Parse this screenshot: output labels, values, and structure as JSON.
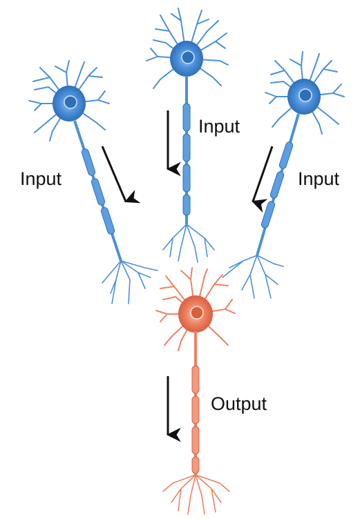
{
  "labels": {
    "input_top": "Input",
    "input_left": "Input",
    "input_right": "Input",
    "output": "Output"
  },
  "colors": {
    "input_neuron": "#4a90d9",
    "input_neuron_dark": "#2f6fb8",
    "input_neuron_light": "#8dbbe8",
    "output_neuron": "#ee8163",
    "output_neuron_dark": "#d9603f",
    "output_neuron_light": "#f6b29c",
    "arrow": "#111111"
  },
  "icons": {
    "arrow": "down-arrow-icon"
  }
}
